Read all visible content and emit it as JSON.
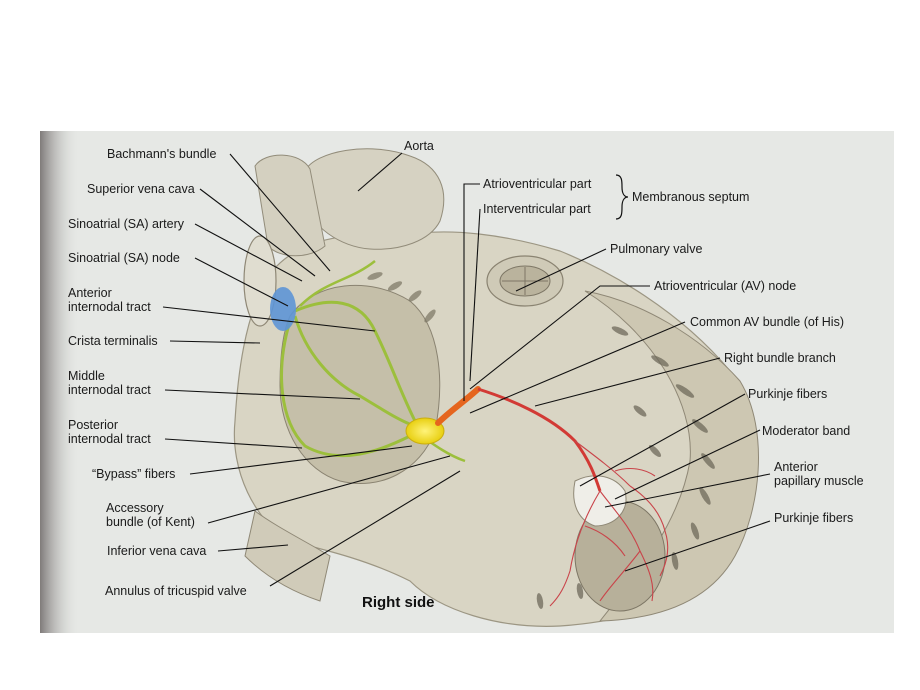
{
  "title": "Right side",
  "labels": {
    "bachmann": "Bachmann's bundle",
    "svc": "Superior vena cava",
    "sa_artery": "Sinoatrial (SA) artery",
    "sa_node": "Sinoatrial (SA) node",
    "ant_tract_1": "Anterior",
    "ant_tract_2": "internodal tract",
    "crista": "Crista terminalis",
    "mid_tract_1": "Middle",
    "mid_tract_2": "internodal tract",
    "post_tract_1": "Posterior",
    "post_tract_2": "internodal tract",
    "bypass": "“Bypass” fibers",
    "kent_1": "Accessory",
    "kent_2": "bundle (of Kent)",
    "ivc": "Inferior vena cava",
    "annulus": "Annulus of tricuspid valve",
    "aorta": "Aorta",
    "av_part": "Atrioventricular part",
    "iv_part": "Interventricular part",
    "membranous": "Membranous septum",
    "pulmonary": "Pulmonary valve",
    "av_node": "Atrioventricular (AV) node",
    "his": "Common AV bundle (of His)",
    "rbb": "Right bundle branch",
    "purkinje_1": "Purkinje fibers",
    "moderator": "Moderator band",
    "papillary_1": "Anterior",
    "papillary_2": "papillary muscle",
    "purkinje_2": "Purkinje fibers"
  },
  "colors": {
    "background": "#e6e8e5",
    "conduction_tracts": "#9cbf3c",
    "av_node": "#f2e42c",
    "his_bundle": "#e5651e",
    "right_bundle": "#d23a35",
    "sa_node": "#5d95d6"
  }
}
